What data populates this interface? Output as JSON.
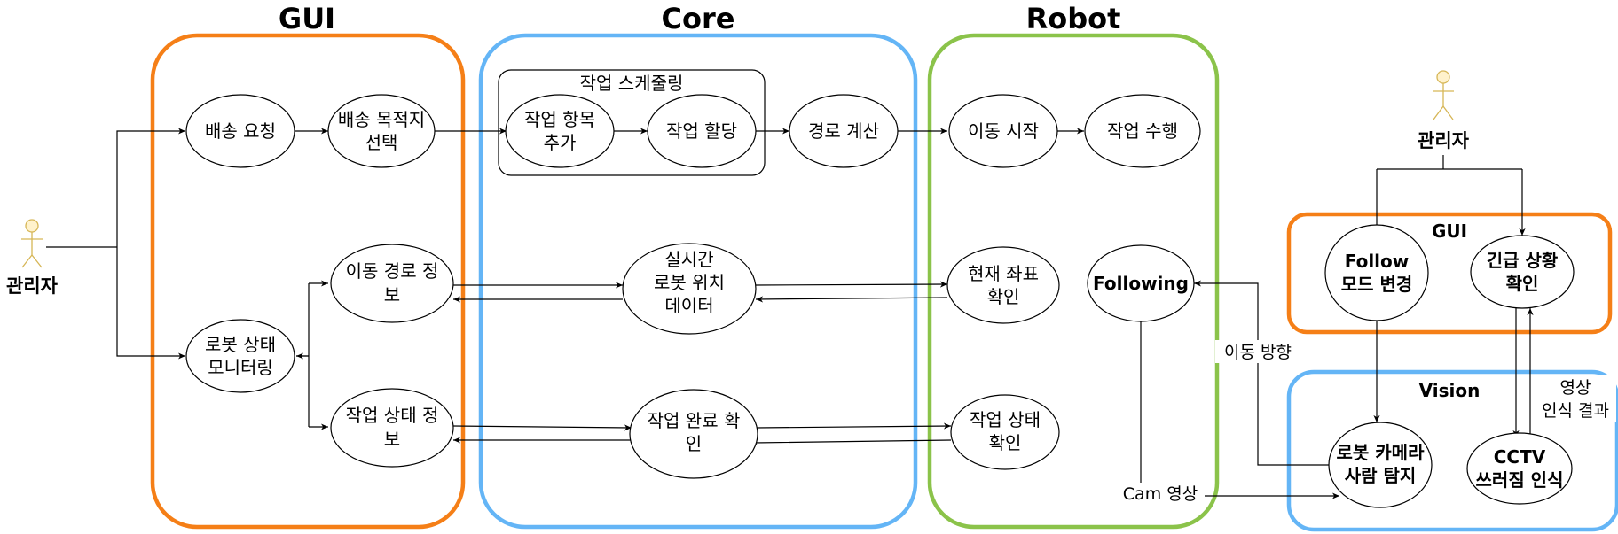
{
  "colors": {
    "gui": "#F57F17",
    "core": "#64B5F6",
    "robot": "#8BC34A",
    "vision": "#64B5F6",
    "actor_fill": "#FFF2CC",
    "actor_stroke": "#D6B656"
  },
  "groups": {
    "gui": "GUI",
    "core": "Core",
    "robot": "Robot",
    "gui_small": "GUI",
    "vision": "Vision",
    "scheduling": "작업 스케줄링"
  },
  "actors": {
    "left": "관리자",
    "right": "관리자"
  },
  "nodes": {
    "delivery_request": [
      "배송 요청"
    ],
    "select_destination": [
      "배송 목적지",
      "선택"
    ],
    "add_task": [
      "작업 항목",
      "추가"
    ],
    "assign_task": [
      "작업 할당"
    ],
    "route_calc": [
      "경로 계산"
    ],
    "move_start": [
      "이동 시작"
    ],
    "perform_task": [
      "작업 수행"
    ],
    "route_info": [
      "이동 경로 정",
      "보"
    ],
    "robot_monitoring": [
      "로봇 상태",
      "모니터링"
    ],
    "task_status_info": [
      "작업 상태 정",
      "보"
    ],
    "realtime_position": [
      "실시간",
      "로봇 위치",
      "데이터"
    ],
    "task_complete": [
      "작업 완료 확",
      "인"
    ],
    "check_coords": [
      "현재 좌표",
      "확인"
    ],
    "check_task_status": [
      "작업 상태",
      "확인"
    ],
    "following": [
      "Following"
    ],
    "follow_mode": [
      "Follow",
      "모드 변경"
    ],
    "emergency_check": [
      "긴급 상황",
      "확인"
    ],
    "person_detect": [
      "로봇 카메라",
      "사람 탐지"
    ],
    "cctv_detect": [
      "CCTV",
      "쓰러짐 인식"
    ]
  },
  "edge_labels": {
    "move_direction": "이동 방향",
    "cam_video": "Cam 영상",
    "image_result": [
      "영상",
      "인식 결과"
    ]
  }
}
